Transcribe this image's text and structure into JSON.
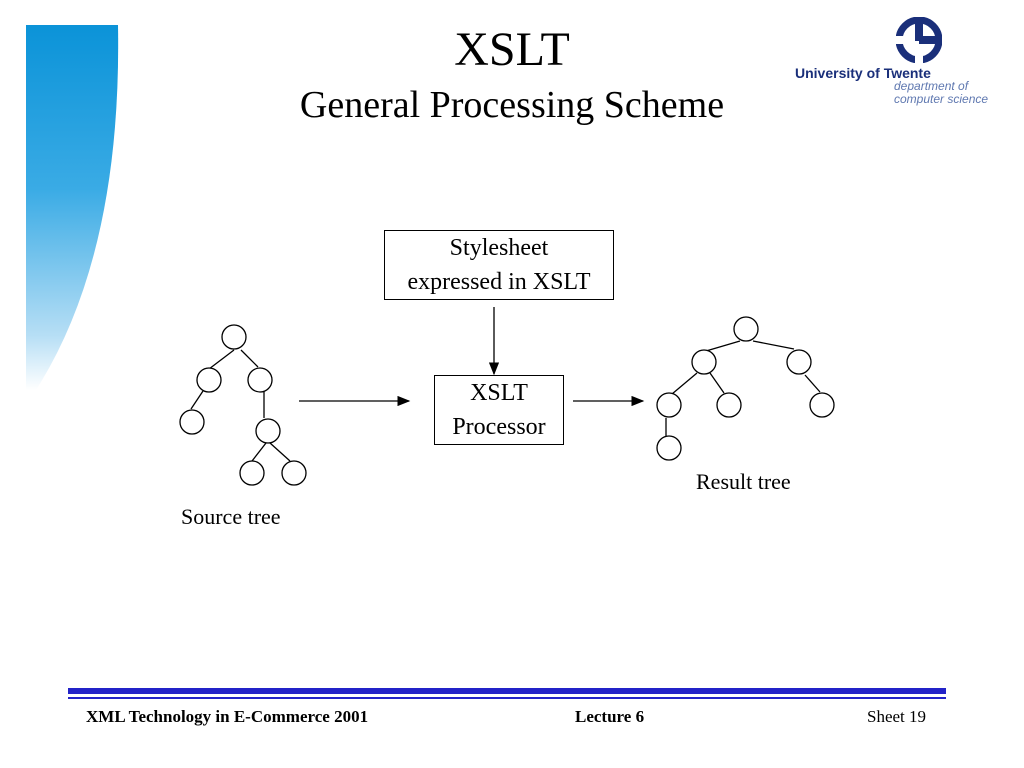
{
  "slide": {
    "title": "XSLT",
    "subtitle": "General Processing Scheme"
  },
  "logo": {
    "name": "University of Twente",
    "dept_line1": "department of",
    "dept_line2": "computer science",
    "color": "#1a2f7a"
  },
  "diagram": {
    "stylesheet_line1": "Stylesheet",
    "stylesheet_line2": "expressed in XSLT",
    "processor_line1": "XSLT",
    "processor_line2": "Processor",
    "source_caption": "Source tree",
    "result_caption": "Result tree"
  },
  "footer": {
    "course": "XML Technology in E-Commerce 2001",
    "lecture": "Lecture 6",
    "sheet": "Sheet 19",
    "rule_color": "#2323c8"
  },
  "theme": {
    "band_color": "#0b93d8"
  }
}
